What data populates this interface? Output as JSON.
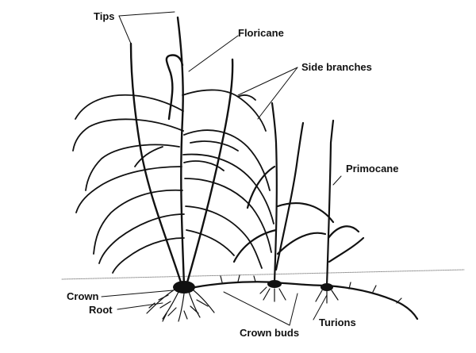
{
  "diagram": {
    "labels": {
      "tips": "Tips",
      "floricane": "Floricane",
      "side_branches": "Side branches",
      "primocane": "Primocane",
      "crown": "Crown",
      "root": "Root",
      "crown_buds": "Crown buds",
      "turions": "Turions"
    },
    "colors": {
      "ink": "#111111",
      "ground": "#999999",
      "background": "#ffffff"
    }
  }
}
